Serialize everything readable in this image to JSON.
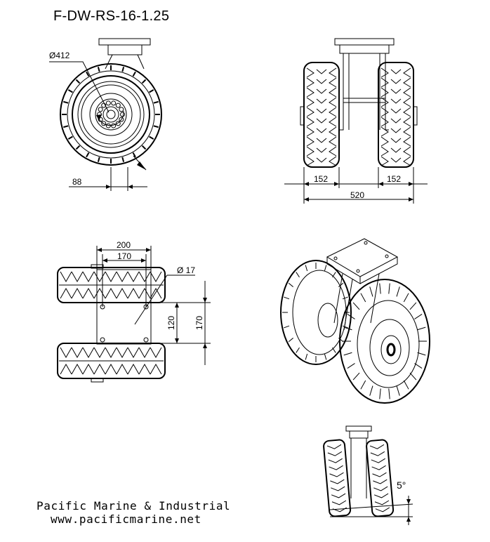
{
  "title": "F-DW-RS-16-1.25",
  "dimensions": {
    "diameter": "Ø412",
    "hub_offset": "88",
    "tire_width_left": "152",
    "tire_width_right": "152",
    "overall_width": "520",
    "plate_length": "200",
    "hole_spacing_x": "170",
    "hole_diameter": "Ø 17",
    "hole_spacing_y": "120",
    "plate_width": "170",
    "swivel_angle": "5°"
  },
  "company": {
    "name": "Pacific Marine & Industrial",
    "website": "www.pacificmarine.net"
  }
}
